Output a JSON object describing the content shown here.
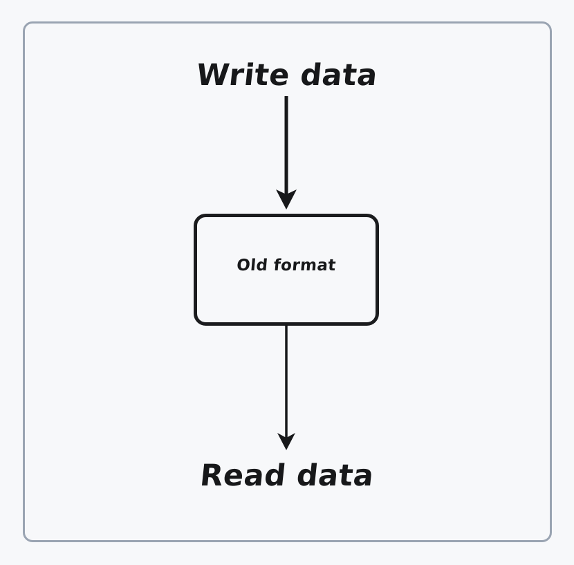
{
  "diagram": {
    "type": "flowchart",
    "orientation": "vertical",
    "background_color": "#f7f8fa",
    "frame": {
      "border_color": "#9aa4b2",
      "corner_radius": 14
    },
    "nodes": [
      {
        "id": "write",
        "label": "Write data",
        "shape": "text",
        "text_color": "#17181a"
      },
      {
        "id": "old-format",
        "label": "Old format",
        "shape": "rounded-rectangle",
        "border_color": "#1b1c1e",
        "fill_color": "#f7f8fa",
        "text_color": "#17181a"
      },
      {
        "id": "read",
        "label": "Read data",
        "shape": "text",
        "text_color": "#17181a"
      }
    ],
    "edges": [
      {
        "id": "write-to-old-format",
        "from": "write",
        "to": "old-format",
        "label": "",
        "arrowhead": "filled-triangle",
        "color": "#17181a"
      },
      {
        "id": "old-format-to-read",
        "from": "old-format",
        "to": "read",
        "label": "",
        "arrowhead": "filled-triangle",
        "color": "#17181a"
      }
    ]
  }
}
